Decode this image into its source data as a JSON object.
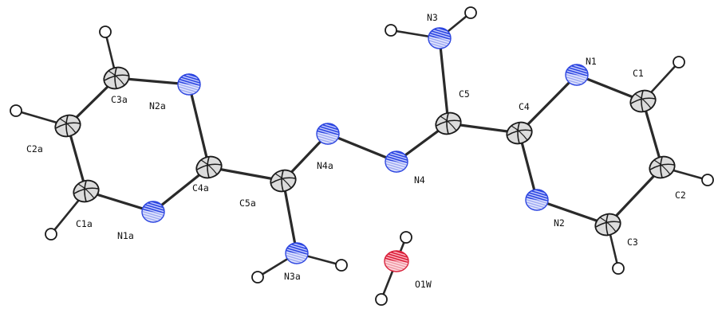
{
  "colors": {
    "C": "#dcdcdc",
    "N": "#c4ccff",
    "O": "#ffb3bf",
    "H": "#ffffff",
    "outline": "#1a1a1a",
    "N_hatch": "#2d46e0",
    "O_hatch": "#d9203a"
  },
  "labels": {
    "N1": "N1",
    "C1": "C1",
    "C2": "C2",
    "C3": "C3",
    "N2": "N2",
    "C4": "C4",
    "C5": "C5",
    "N3": "N3",
    "N4": "N4",
    "N4a": "N4a",
    "C5a": "C5a",
    "N3a": "N3a",
    "C4a": "C4a",
    "N1a": "N1a",
    "C1a": "C1a",
    "C2a": "C2a",
    "C3a": "C3a",
    "N2a": "N2a",
    "O1W": "O1W"
  },
  "atoms": [
    {
      "id": "C3a",
      "element": "C"
    },
    {
      "id": "N2a",
      "element": "N"
    },
    {
      "id": "C2a",
      "element": "C"
    },
    {
      "id": "C4a",
      "element": "C"
    },
    {
      "id": "C1a",
      "element": "C"
    },
    {
      "id": "N1a",
      "element": "N"
    },
    {
      "id": "C5a",
      "element": "C"
    },
    {
      "id": "N3a",
      "element": "N"
    },
    {
      "id": "N4a",
      "element": "N"
    },
    {
      "id": "N4",
      "element": "N"
    },
    {
      "id": "C5",
      "element": "C"
    },
    {
      "id": "N3",
      "element": "N"
    },
    {
      "id": "C4",
      "element": "C"
    },
    {
      "id": "N1",
      "element": "N"
    },
    {
      "id": "C1",
      "element": "C"
    },
    {
      "id": "C2",
      "element": "C"
    },
    {
      "id": "N2",
      "element": "N"
    },
    {
      "id": "C3",
      "element": "C"
    },
    {
      "id": "O1W",
      "element": "O"
    }
  ],
  "bonds": [
    [
      "C3a",
      "N2a"
    ],
    [
      "C3a",
      "C2a"
    ],
    [
      "N2a",
      "C4a"
    ],
    [
      "C2a",
      "C1a"
    ],
    [
      "C1a",
      "N1a"
    ],
    [
      "N1a",
      "C4a"
    ],
    [
      "C4a",
      "C5a"
    ],
    [
      "C5a",
      "N3a"
    ],
    [
      "C5a",
      "N4a"
    ],
    [
      "N4a",
      "N4"
    ],
    [
      "N4",
      "C5"
    ],
    [
      "C5",
      "N3"
    ],
    [
      "C5",
      "C4"
    ],
    [
      "C4",
      "N1"
    ],
    [
      "N1",
      "C1"
    ],
    [
      "C1",
      "C2"
    ],
    [
      "C2",
      "C3"
    ],
    [
      "C3",
      "N2"
    ],
    [
      "N2",
      "C4"
    ]
  ],
  "hydrogen_bonds": [
    [
      "C3a",
      "H_C3a"
    ],
    [
      "C2a",
      "H_C2a"
    ],
    [
      "C1a",
      "H_C1a"
    ],
    [
      "N3a",
      "H_N3a_1"
    ],
    [
      "N3a",
      "H_N3a_2"
    ],
    [
      "N3",
      "H_N3_1"
    ],
    [
      "N3",
      "H_N3_2"
    ],
    [
      "C1",
      "H_C1"
    ],
    [
      "C2",
      "H_C2"
    ],
    [
      "C3",
      "H_C3"
    ],
    [
      "O1W",
      "H_O1W_1"
    ],
    [
      "O1W",
      "H_O1W_2"
    ]
  ]
}
